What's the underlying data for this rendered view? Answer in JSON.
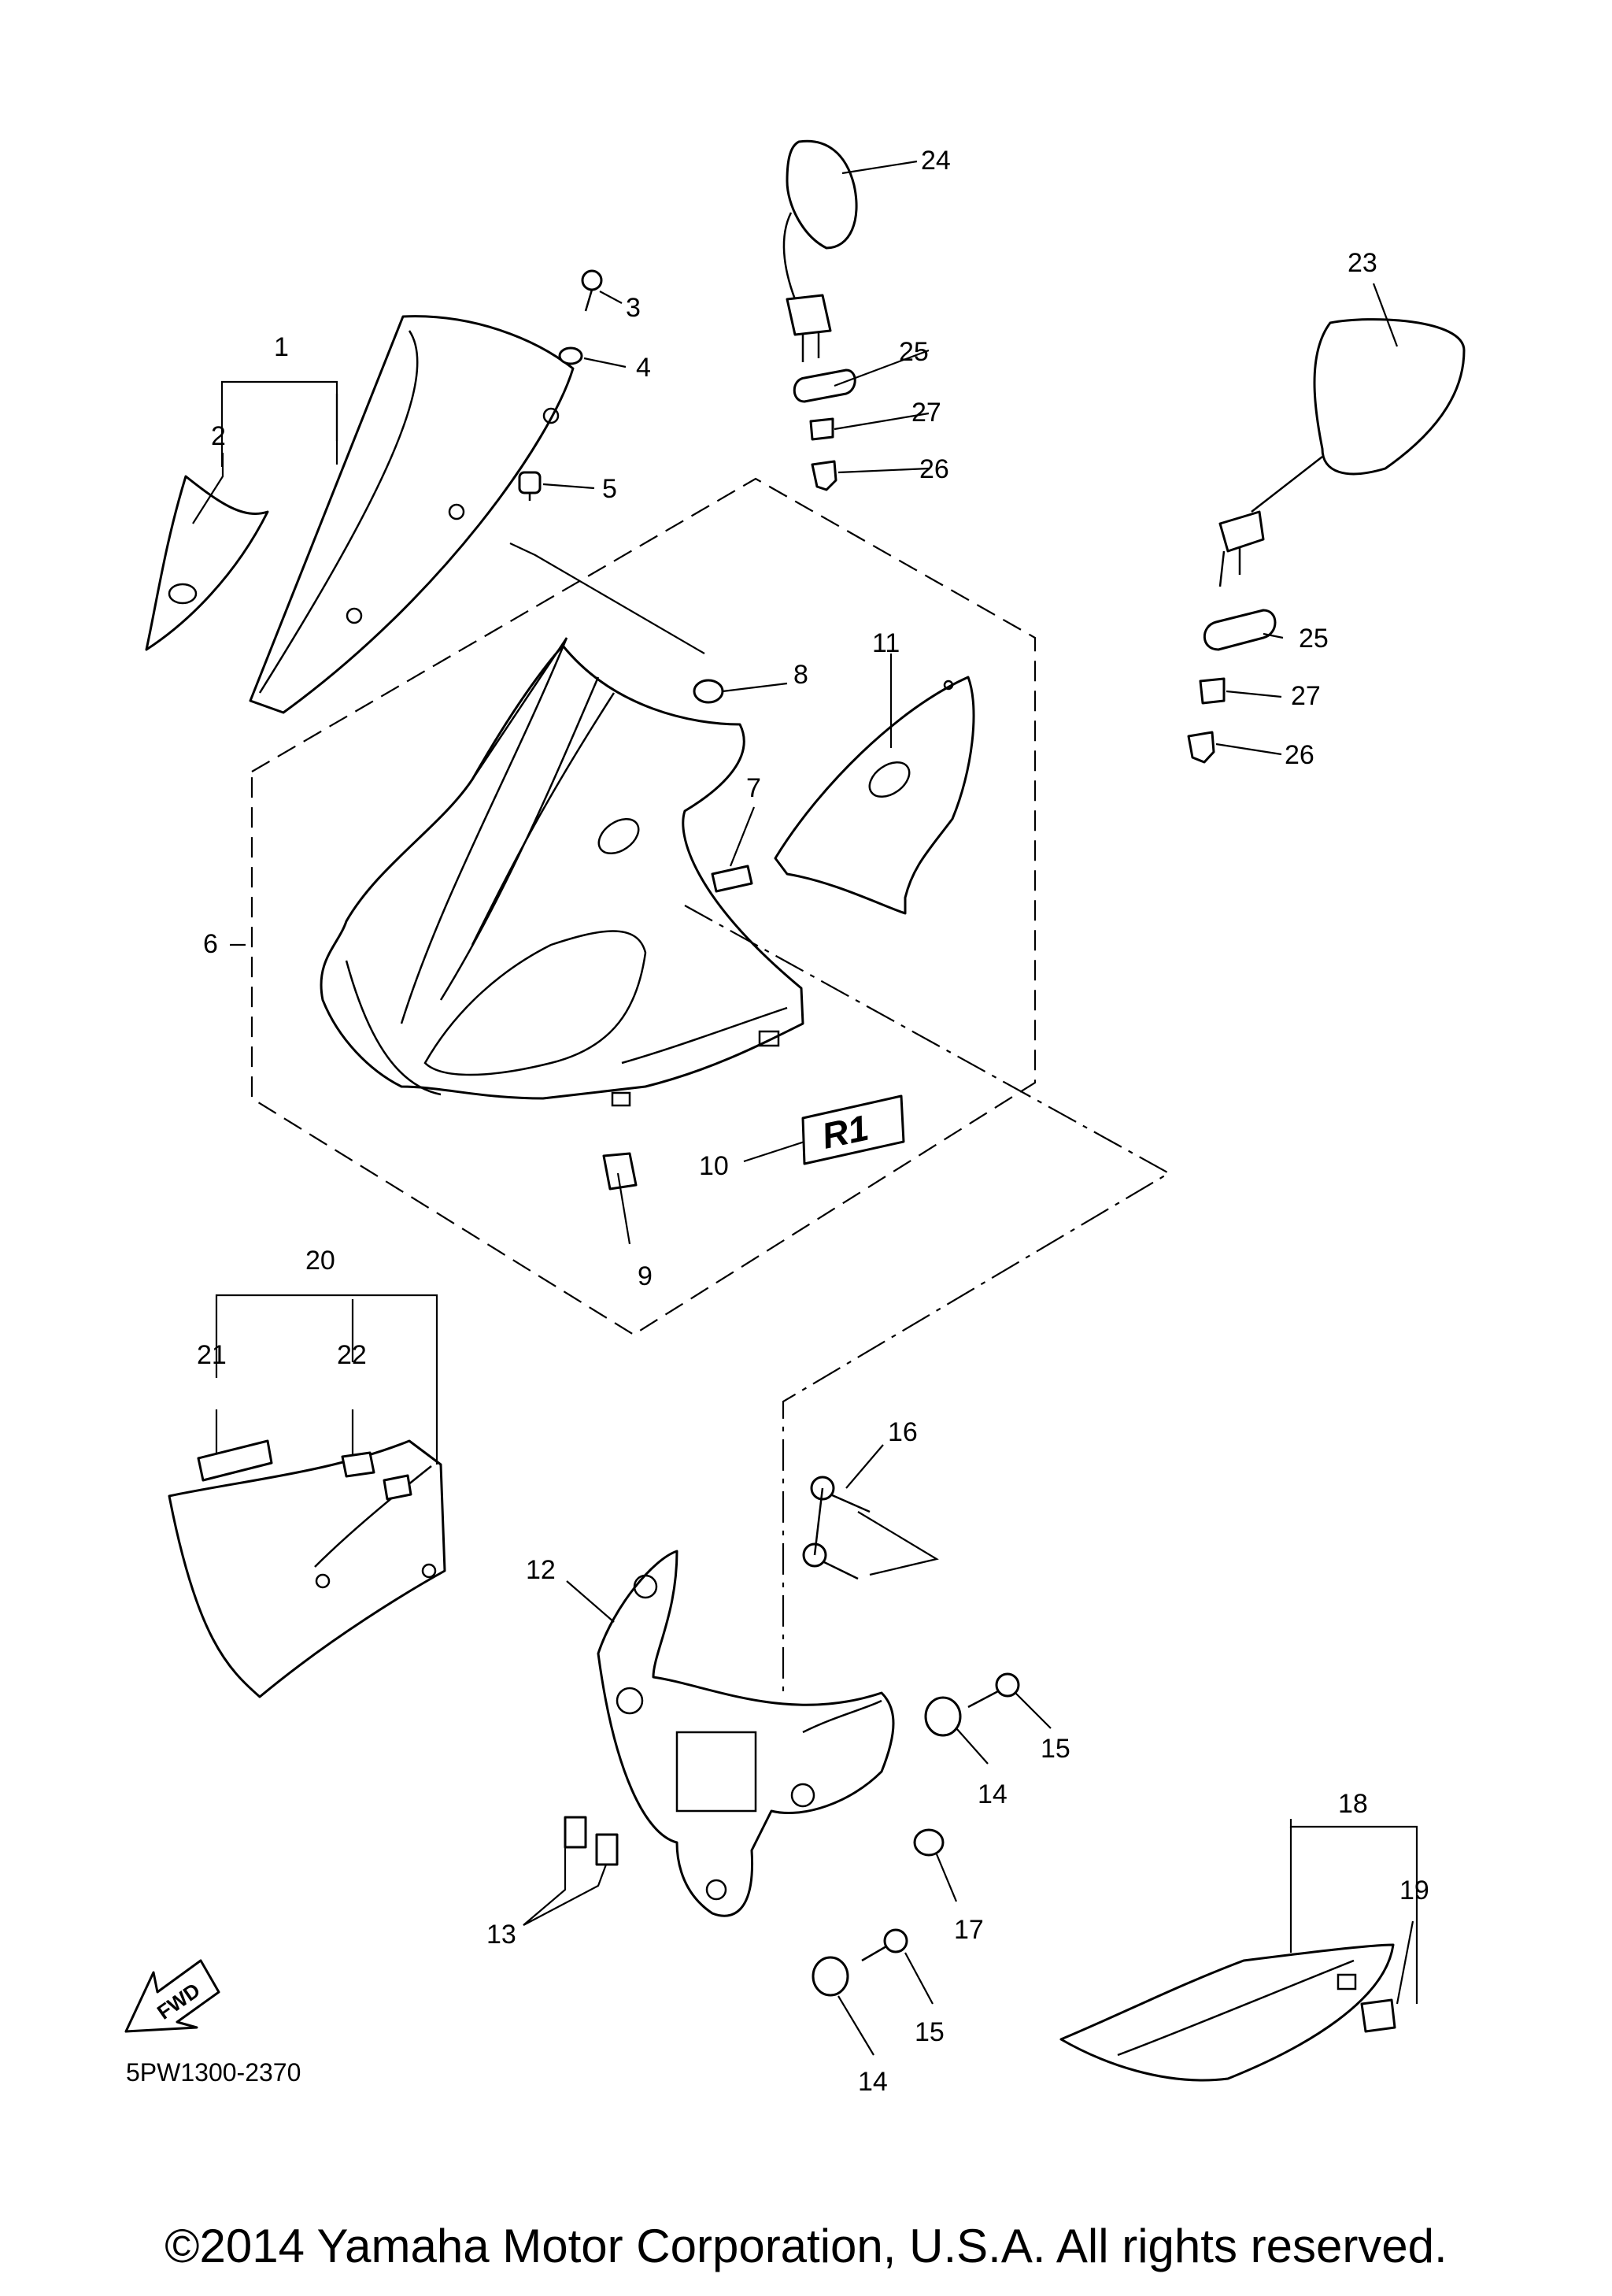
{
  "diagram": {
    "code": "5PW1300-2370",
    "copyright": "©2014 Yamaha Motor Corporation, U.S.A. All rights reserved.",
    "fwd_label": "FWD",
    "emblem_text": "R1",
    "callouts": {
      "p1": "1",
      "p2": "2",
      "p3": "3",
      "p4": "4",
      "p5": "5",
      "p6": "6",
      "p7": "7",
      "p8": "8",
      "p9": "9",
      "p10": "10",
      "p11": "11",
      "p12": "12",
      "p13": "13",
      "p14a": "14",
      "p14b": "14",
      "p15a": "15",
      "p15b": "15",
      "p16": "16",
      "p17": "17",
      "p18": "18",
      "p19": "19",
      "p20": "20",
      "p21": "21",
      "p22": "22",
      "p23": "23",
      "p24": "24",
      "p25a": "25",
      "p25b": "25",
      "p26a": "26",
      "p26b": "26",
      "p27a": "27",
      "p27b": "27"
    }
  }
}
